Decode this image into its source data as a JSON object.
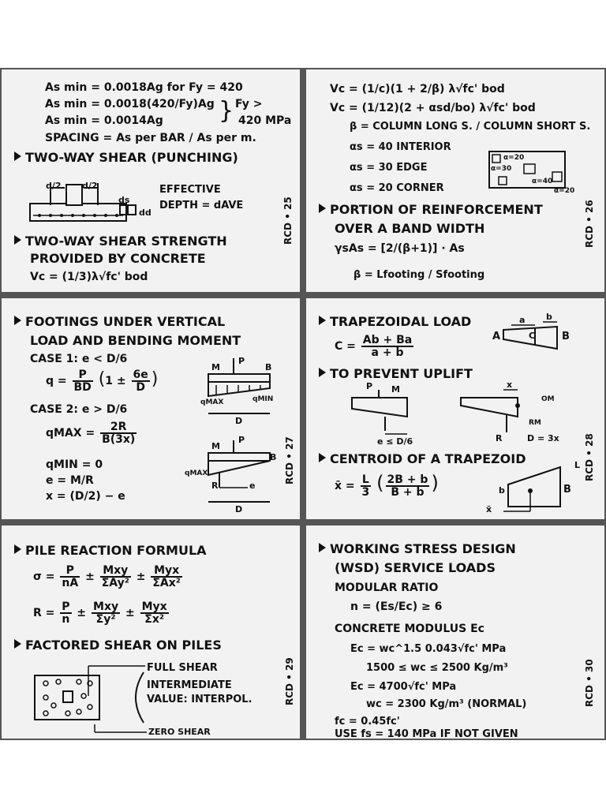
{
  "cards": {
    "c1": {
      "l1": "As min = 0.0018Ag  for Fy = 420",
      "l2": "As min = 0.0018(420/Fy)Ag",
      "l3": "As min = 0.0014Ag",
      "brace": "Fy >",
      "brace2": "420 MPa",
      "l4": "SPACING = As per BAR / As per m.",
      "h1": "TWO-WAY SHEAR (PUNCHING)",
      "d2a": "d/2",
      "d2b": "d/2",
      "ds": "ds",
      "dd": "dd",
      "eff1": "EFFECTIVE",
      "eff2": "DEPTH = dAVE",
      "h2a": "TWO-WAY SHEAR STRENGTH",
      "h2b": "PROVIDED BY CONCRETE",
      "vc": "Vc = (1/3)λ√fc' bod",
      "tag": "RCD • 25"
    },
    "c2": {
      "l1": "Vc = (1/c)(1 + 2/β) λ√fc' bod",
      "l2": "Vc = (1/12)(2 + αsd/bo) λ√fc' bod",
      "l3": "β = COLUMN LONG S. / COLUMN SHORT S.",
      "l4": "αs = 40  INTERIOR",
      "l5": "αs = 30  EDGE",
      "l6": "αs = 20  CORNER",
      "box1": "α=20",
      "box2": "α=30",
      "box3": "α=40",
      "box4": "α=20",
      "h1a": "PORTION OF REINFORCEMENT",
      "h1b": "OVER A BAND WIDTH",
      "l7": "γsAs = [2/(β+1)] · As",
      "l8": "β = Lfooting / Sfooting",
      "tag": "RCD • 26"
    },
    "c3": {
      "h1a": "FOOTINGS UNDER VERTICAL",
      "h1b": "LOAD AND BENDING MOMENT",
      "case1": "CASE 1: e < D/6",
      "q": "q =",
      "p": "P",
      "bd": "BD",
      "one": "1 ±",
      "sixe": "6e",
      "d": "D",
      "case2": "CASE 2: e > D/6",
      "qmax": "qMAX =",
      "twor": "2R",
      "b3x": "B(3x)",
      "qmin": "qMIN = 0",
      "e": "e = M/R",
      "x": "x = (D/2) − e",
      "lbl_m": "M",
      "lbl_p": "P",
      "lbl_b": "B",
      "lbl_qmax": "qMAX",
      "lbl_qmin": "qMIN",
      "lbl_d": "D",
      "lbl_m2": "M",
      "lbl_p2": "P",
      "lbl_b2": "B",
      "lbl_qmax2": "qMAX",
      "lbl_r": "R",
      "lbl_e": "e",
      "lbl_d2": "D",
      "tag": "RCD • 27"
    },
    "c4": {
      "h1": "TRAPEZOIDAL LOAD",
      "c": "C =",
      "num": "Ab + Ba",
      "den": "a + b",
      "lbl_a": "a",
      "lbl_b": "b",
      "lbl_A": "A",
      "lbl_C": "C",
      "lbl_B": "B",
      "h2": "TO PREVENT UPLIFT",
      "lbl_p": "P",
      "lbl_m": "M",
      "lbl_e": "e ≤ D/6",
      "lbl_x": "x",
      "lbl_om": "OM",
      "lbl_rm": "RM",
      "lbl_r": "R",
      "lbl_d3x": "D = 3x",
      "h3": "CENTROID OF A TRAPEZOID",
      "xbar": "x̄ =",
      "L": "L",
      "three": "3",
      "num2": "2B + b",
      "den2": "B + b",
      "lbl_L": "L",
      "lbl_b2": "b",
      "lbl_B2": "B",
      "lbl_xbar": "x̄",
      "tag": "RCD • 28"
    },
    "c5": {
      "h1": "PILE REACTION FORMULA",
      "sigma": "σ =",
      "p": "P",
      "na": "nA",
      "pm1": "±",
      "mxy": "Mxy",
      "say2": "ΣAy²",
      "pm2": "±",
      "myx": "Myx",
      "sax2": "ΣAx²",
      "r": "R =",
      "p2": "P",
      "n": "n",
      "pm3": "±",
      "mxy2": "Mxy",
      "sy2": "Σy²",
      "pm4": "±",
      "myx2": "Myx",
      "sx2": "Σx²",
      "h2": "FACTORED SHEAR ON PILES",
      "full": "FULL SHEAR",
      "inter1": "INTERMEDIATE",
      "inter2": "VALUE: INTERPOL.",
      "zero": "ZERO SHEAR",
      "tag": "RCD • 29"
    },
    "c6": {
      "h1a": "WORKING STRESS DESIGN",
      "h1b": "(WSD) SERVICE LOADS",
      "h2": "MODULAR RATIO",
      "l1": "n = (Es/Ec) ≥ 6",
      "h3": "CONCRETE MODULUS Ec",
      "l2": "Ec = wc^1.5 0.043√fc'  MPa",
      "l3": "1500 ≤ wc ≤ 2500  Kg/m³",
      "l4": "Ec = 4700√fc'  MPa",
      "l5": "wc = 2300 Kg/m³  (NORMAL)",
      "l6": "fc = 0.45fc'",
      "l7": "USE fs = 140 MPa  IF NOT GIVEN",
      "tag": "RCD • 30"
    }
  }
}
